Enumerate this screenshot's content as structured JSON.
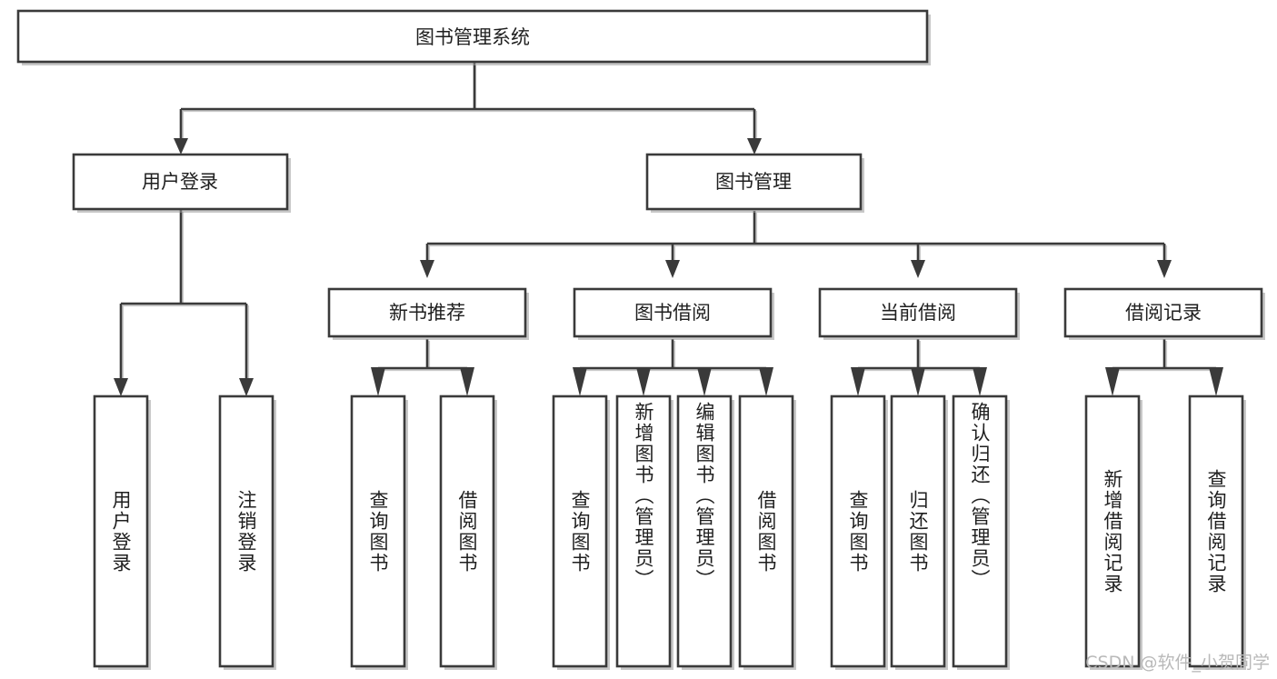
{
  "diagram": {
    "title": "图书管理系统",
    "type": "hierarchy-tree",
    "watermark": "CSDN @软件_小贺同学",
    "colors": {
      "stroke": "#3a3a3a",
      "fill": "#ffffff",
      "text": "#1f1f1f",
      "watermark": "#b9b9b9",
      "background": "#ffffff"
    },
    "levels": {
      "root": {
        "label": "图书管理系统"
      },
      "level1": [
        {
          "label": "用户登录"
        },
        {
          "label": "图书管理"
        }
      ],
      "level2": [
        {
          "label": "新书推荐"
        },
        {
          "label": "图书借阅"
        },
        {
          "label": "当前借阅"
        },
        {
          "label": "借阅记录"
        }
      ],
      "leaves": {
        "user_login": [
          {
            "label": "用户登录"
          },
          {
            "label": "注销登录"
          }
        ],
        "new_book_recommend": [
          {
            "label": "查询图书"
          },
          {
            "label": "借阅图书"
          }
        ],
        "book_borrow": [
          {
            "label": "查询图书"
          },
          {
            "label": "新增图书（管理员）"
          },
          {
            "label": "编辑图书（管理员）"
          },
          {
            "label": "借阅图书"
          }
        ],
        "current_borrow": [
          {
            "label": "查询图书"
          },
          {
            "label": "归还图书"
          },
          {
            "label": "确认归还（管理员）"
          }
        ],
        "borrow_record": [
          {
            "label": "新增借阅记录"
          },
          {
            "label": "查询借阅记录"
          }
        ]
      }
    }
  }
}
